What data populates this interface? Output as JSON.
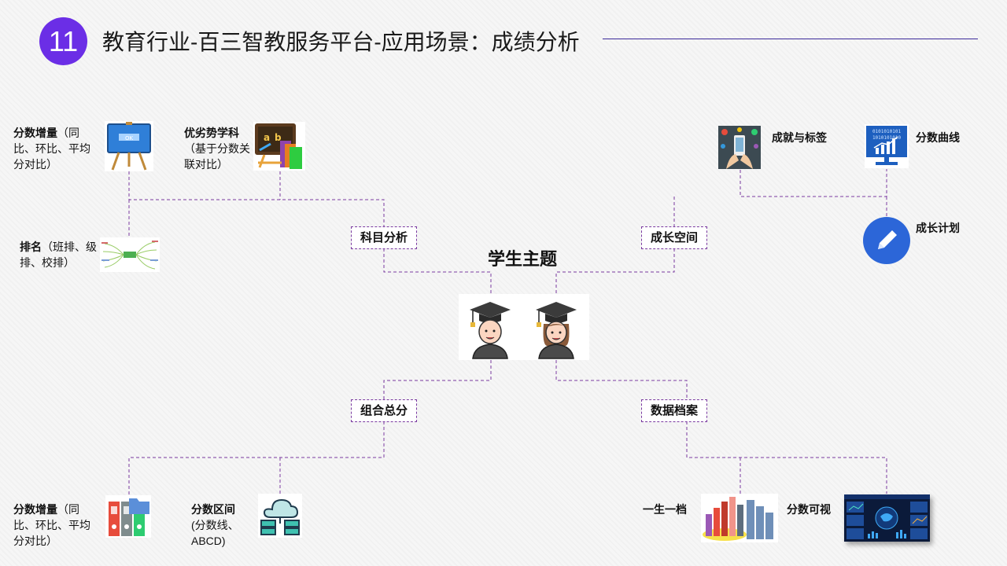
{
  "header": {
    "number": "11",
    "title": "教育行业-百三智教服务平台-应用场景：成绩分析"
  },
  "center": {
    "title": "学生主题"
  },
  "branches": {
    "subject": "科目分析",
    "growth": "成长空间",
    "combo": "组合总分",
    "archive": "数据档案"
  },
  "leaves": {
    "score_increase_top": {
      "title": "分数增量",
      "detail": "（同比、环比、平均分对比）"
    },
    "strong_subject": {
      "title": "优劣势学科",
      "detail": "（基于分数关联对比）"
    },
    "ranking": {
      "title": "排名",
      "detail": "（班排、级排、校排）"
    },
    "achievement": {
      "title": "成就与标签"
    },
    "score_curve": {
      "title": "分数曲线"
    },
    "growth_plan": {
      "title": "成长计划"
    },
    "score_increase_bottom": {
      "title": "分数增量",
      "detail": "（同比、环比、平均分对比）"
    },
    "score_range": {
      "title": "分数区间",
      "detail": "(分数线、ABCD)"
    },
    "one_file": {
      "title": "一生一档"
    },
    "score_visual": {
      "title": "分数可视"
    }
  },
  "colors": {
    "accent": "#6b2ee6",
    "connector": "#7a3aa0",
    "pencil_circle": "#2c66d8"
  }
}
